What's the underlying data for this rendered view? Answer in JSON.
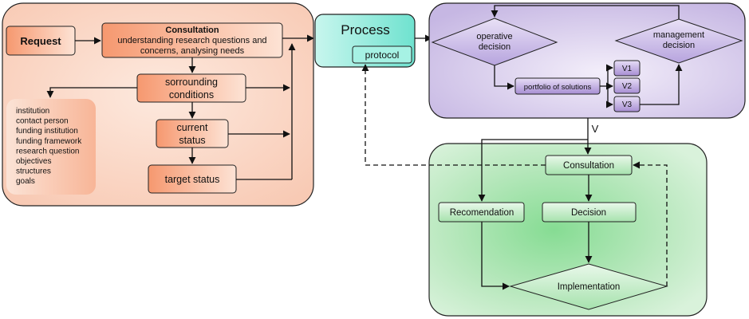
{
  "left_panel": {
    "request": "Request",
    "consultation_title": "Consultation",
    "consultation_line1": "understanding research questions and",
    "consultation_line2": "concerns, analysing needs",
    "sorrounding_line1": "sorrounding",
    "sorrounding_line2": "conditions",
    "current_line1": "current",
    "current_line2": "status",
    "target": "target status",
    "conditions_list": [
      "institution",
      "contact person",
      "funding institution",
      "funding framework",
      "research question",
      "objectives",
      "structures",
      "goals"
    ]
  },
  "process": {
    "title": "Process",
    "protocol": "protocol"
  },
  "decision_panel": {
    "operative_line1": "operative",
    "operative_line2": "decision",
    "management_line1": "management",
    "management_line2": "decision",
    "portfolio": "portfolio of solutions",
    "v1": "V1",
    "v2": "V2",
    "v3": "V3",
    "connector_label": "V"
  },
  "implementation_panel": {
    "consultation": "Consultation",
    "recomendation": "Recomendation",
    "decision": "Decision",
    "implementation": "Implementation"
  },
  "colors": {
    "orange_panel": "#fbd9c8",
    "teal_process": "#9feee0",
    "purple_panel": "#ddd3ef",
    "green_panel": "#b8e6bc"
  }
}
